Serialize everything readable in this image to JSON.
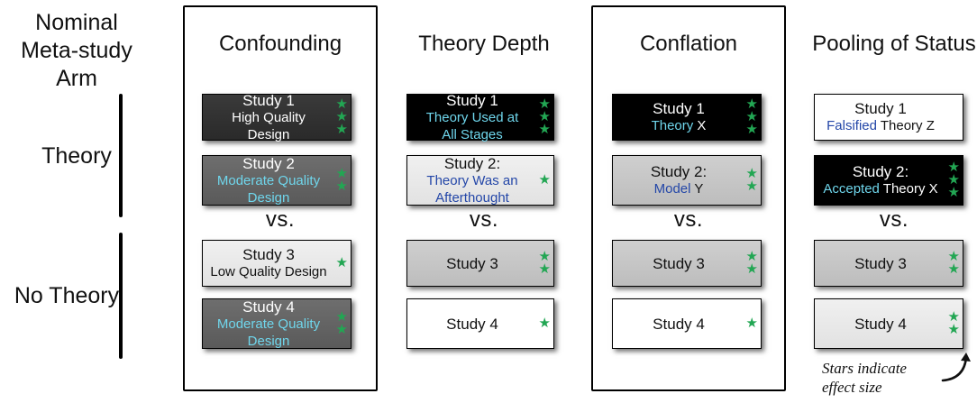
{
  "meta_label": "Nominal\nMeta-study\nArm",
  "arms": {
    "theory": "Theory",
    "no_theory": "No Theory"
  },
  "vs_label": "vs.",
  "note": "Stars indicate\neffect size",
  "colors": {
    "star": "#22a653",
    "highlight_cyan": "#6fd6ec",
    "highlight_blue": "#2447a8"
  },
  "columns": [
    {
      "title": "Confounding",
      "framed": true,
      "studies": [
        {
          "style": "dark",
          "stars": 3,
          "lines": [
            {
              "parts": [
                {
                  "text": "Study 1"
                }
              ]
            },
            {
              "parts": [
                {
                  "text": "High Quality Design"
                }
              ]
            }
          ]
        },
        {
          "style": "mid",
          "stars": 2,
          "lines": [
            {
              "parts": [
                {
                  "text": "Study 2"
                }
              ]
            },
            {
              "parts": [
                {
                  "text": "Moderate Quality",
                  "color": "cyan"
                }
              ]
            },
            {
              "parts": [
                {
                  "text": "Design",
                  "color": "cyan"
                }
              ]
            }
          ]
        },
        {
          "style": "light",
          "stars": 1,
          "lines": [
            {
              "parts": [
                {
                  "text": "Study 3"
                }
              ]
            },
            {
              "parts": [
                {
                  "text": "Low Quality Design"
                }
              ]
            }
          ]
        },
        {
          "style": "mid",
          "stars": 2,
          "lines": [
            {
              "parts": [
                {
                  "text": "Study 4"
                }
              ]
            },
            {
              "parts": [
                {
                  "text": "Moderate Quality",
                  "color": "cyan"
                }
              ]
            },
            {
              "parts": [
                {
                  "text": "Design",
                  "color": "cyan"
                }
              ]
            }
          ]
        }
      ]
    },
    {
      "title": "Theory Depth",
      "framed": false,
      "studies": [
        {
          "style": "black",
          "stars": 3,
          "lines": [
            {
              "parts": [
                {
                  "text": "Study 1"
                }
              ]
            },
            {
              "parts": [
                {
                  "text": "Theory Used at",
                  "color": "cyan"
                }
              ]
            },
            {
              "parts": [
                {
                  "text": "All Stages",
                  "color": "cyan"
                }
              ]
            }
          ]
        },
        {
          "style": "light",
          "stars": 1,
          "lines": [
            {
              "parts": [
                {
                  "text": "Study 2:"
                }
              ]
            },
            {
              "parts": [
                {
                  "text": "Theory Was an",
                  "color": "blue"
                }
              ]
            },
            {
              "parts": [
                {
                  "text": "Afterthought",
                  "color": "blue"
                }
              ]
            }
          ]
        },
        {
          "style": "gray",
          "stars": 2,
          "lines": [
            {
              "parts": [
                {
                  "text": "Study 3"
                }
              ]
            }
          ]
        },
        {
          "style": "white",
          "stars": 1,
          "lines": [
            {
              "parts": [
                {
                  "text": "Study 4"
                }
              ]
            }
          ]
        }
      ]
    },
    {
      "title": "Conflation",
      "framed": true,
      "studies": [
        {
          "style": "black",
          "stars": 3,
          "lines": [
            {
              "parts": [
                {
                  "text": "Study 1"
                }
              ]
            },
            {
              "parts": [
                {
                  "text": "Theory",
                  "color": "cyan"
                },
                {
                  "text": " X"
                }
              ]
            }
          ]
        },
        {
          "style": "gray",
          "stars": 2,
          "lines": [
            {
              "parts": [
                {
                  "text": "Study 2:"
                }
              ]
            },
            {
              "parts": [
                {
                  "text": "Model",
                  "color": "blue"
                },
                {
                  "text": " Y"
                }
              ]
            }
          ]
        },
        {
          "style": "gray",
          "stars": 2,
          "lines": [
            {
              "parts": [
                {
                  "text": "Study 3"
                }
              ]
            }
          ]
        },
        {
          "style": "white",
          "stars": 1,
          "lines": [
            {
              "parts": [
                {
                  "text": "Study 4"
                }
              ]
            }
          ]
        }
      ]
    },
    {
      "title": "Pooling of Status",
      "framed": false,
      "studies": [
        {
          "style": "white",
          "stars": 0,
          "lines": [
            {
              "parts": [
                {
                  "text": "Study 1"
                }
              ]
            },
            {
              "parts": [
                {
                  "text": "Falsified",
                  "color": "blue"
                },
                {
                  "text": " Theory Z"
                }
              ]
            }
          ]
        },
        {
          "style": "black",
          "stars": 3,
          "lines": [
            {
              "parts": [
                {
                  "text": "Study 2:"
                }
              ]
            },
            {
              "parts": [
                {
                  "text": "Accepted",
                  "color": "cyan"
                },
                {
                  "text": " Theory X"
                }
              ]
            }
          ]
        },
        {
          "style": "gray",
          "stars": 2,
          "lines": [
            {
              "parts": [
                {
                  "text": "Study 3"
                }
              ]
            }
          ]
        },
        {
          "style": "light",
          "stars": 2,
          "lines": [
            {
              "parts": [
                {
                  "text": "Study 4"
                }
              ]
            }
          ]
        }
      ]
    }
  ]
}
